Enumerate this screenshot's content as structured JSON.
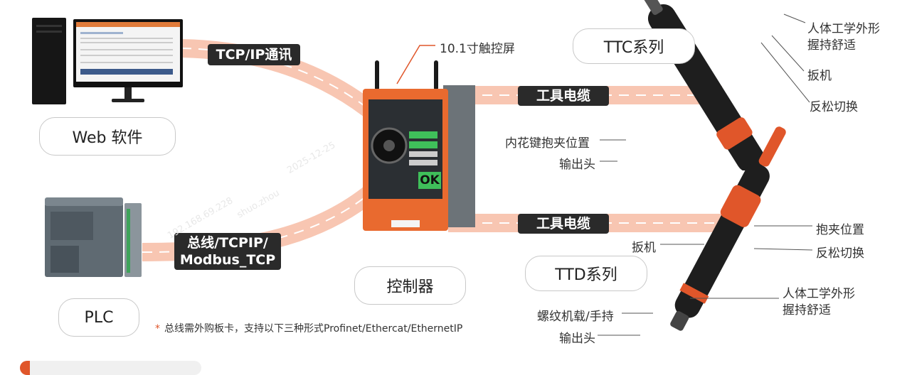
{
  "callouts": {
    "web_software": "Web 软件",
    "plc": "PLC",
    "controller": "控制器",
    "ttc_series": "TTC系列",
    "ttd_series": "TTD系列"
  },
  "pills": {
    "tcpip": "TCP/IP通讯",
    "bus_line1": "总线/TCPIP/",
    "bus_line2": "Modbus_TCP",
    "tool_cable_top": "工具电缆",
    "tool_cable_bottom": "工具电缆"
  },
  "labels": {
    "touchscreen": "10.1寸触控屏",
    "ttc_ergonomic_1": "人体工学外形",
    "ttc_ergonomic_2": "握持舒适",
    "ttc_trigger": "扳机",
    "ttc_reverse": "反松切换",
    "ttc_hex_chuck": "内花键抱夹位置",
    "ttc_output": "输出头",
    "ttd_chuck": "抱夹位置",
    "ttd_trigger": "扳机",
    "ttd_reverse": "反松切换",
    "ttd_ergonomic_1": "人体工学外形",
    "ttd_ergonomic_2": "握持舒适",
    "ttd_mount": "螺纹机载/手持",
    "ttd_output": "输出头"
  },
  "controller_screen": {
    "ok": "OK"
  },
  "footnote": {
    "star": "*",
    "text": "总线需外购板卡，支持以下三种形式Profinet/Ethercat/EthernetIP"
  },
  "watermark": {
    "user": "shuo.zhou",
    "ip": "192.168.69.228",
    "date": "2025-12-25"
  },
  "colors": {
    "accent": "#e0562a",
    "road": "#f6b59c",
    "pill_bg": "#2a2a2a",
    "tool_body": "#1e1e1e"
  }
}
